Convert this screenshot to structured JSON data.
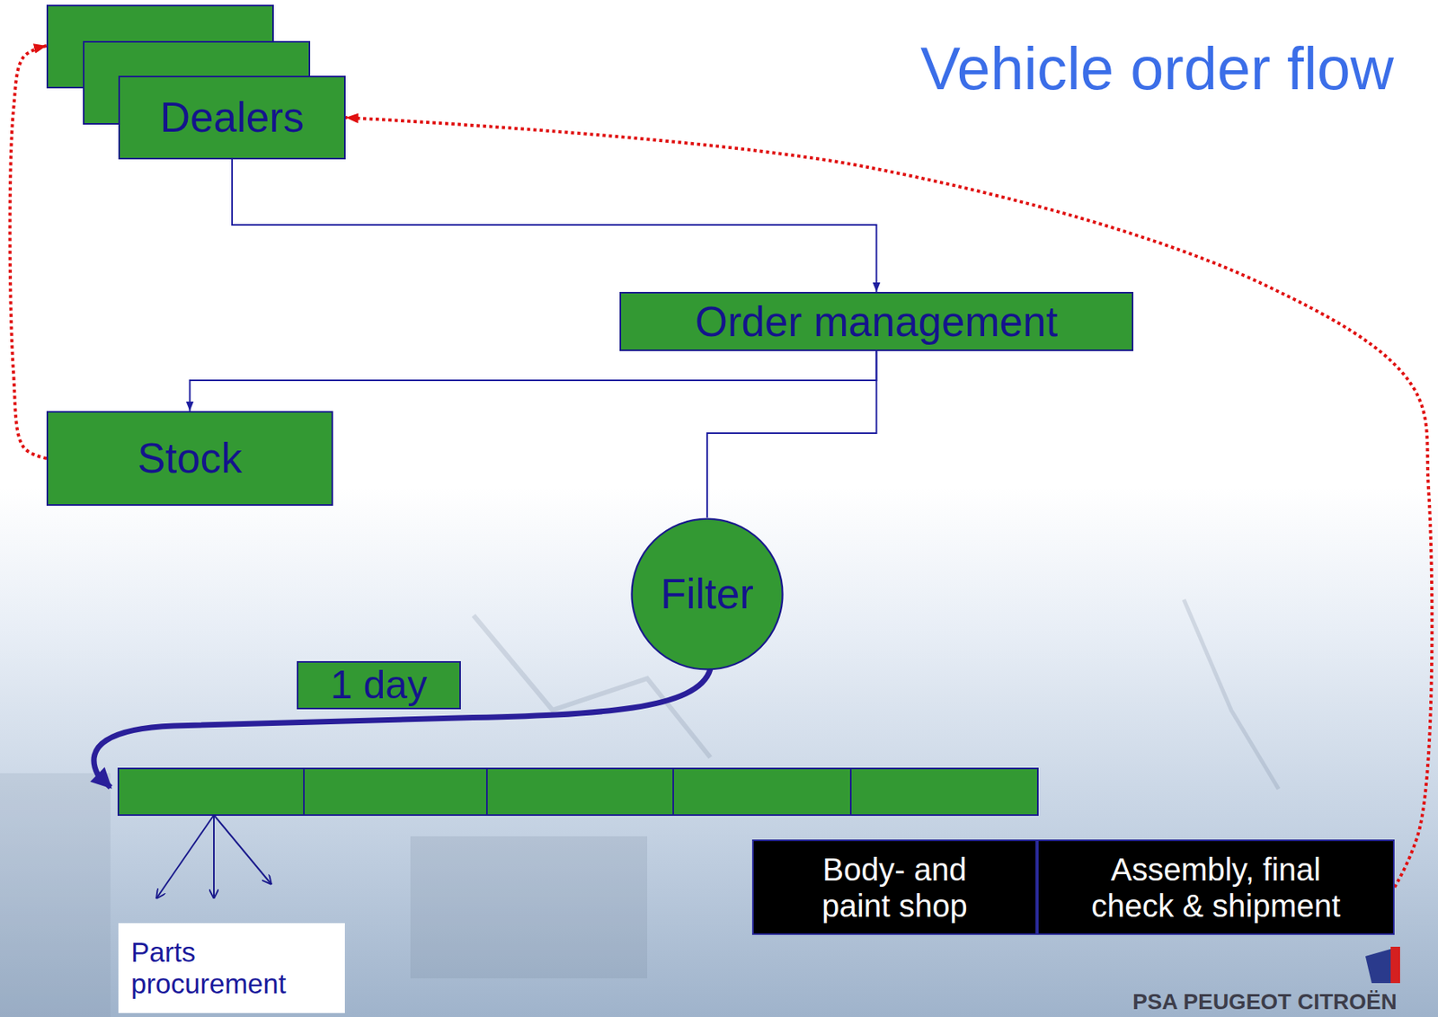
{
  "diagram": {
    "title": "Vehicle order flow",
    "nodes": [
      {
        "text": [
          "Dealers"
        ]
      },
      {
        "text": [
          "Order management"
        ]
      },
      {
        "text": [
          "Stock"
        ]
      },
      {
        "text": [
          "Filter"
        ]
      },
      {
        "text": [
          "1 day"
        ]
      },
      {
        "text": [
          "Body- and paint shop"
        ]
      },
      {
        "text": [
          "Assembly, final check & shipment"
        ]
      },
      {
        "text": [
          "Parts procurement"
        ]
      }
    ],
    "edges": [
      {
        "from": 0,
        "to": 1,
        "arrow": "to"
      },
      {
        "from": 1,
        "to": 2,
        "arrow": "to"
      },
      {
        "from": 1,
        "to": 3,
        "arrow": "none"
      },
      {
        "from": 2,
        "to": 0,
        "arrow": "to"
      },
      {
        "from": 6,
        "to": 0,
        "arrow": "to"
      }
    ],
    "labels": [
      "PSA PEUGEOT CITROËN"
    ]
  }
}
